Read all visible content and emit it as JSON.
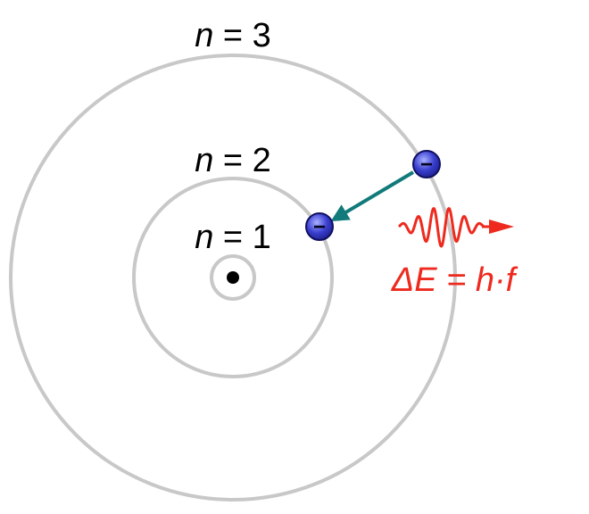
{
  "orbits": [
    {
      "variable": "n",
      "equals": " = ",
      "value": "1"
    },
    {
      "variable": "n",
      "equals": " = ",
      "value": "2"
    },
    {
      "variable": "n",
      "equals": " = ",
      "value": "3"
    }
  ],
  "electrons": [
    {
      "sign": "−"
    },
    {
      "sign": "−"
    }
  ],
  "photon": {
    "equation": "ΔE = h·f"
  },
  "colors": {
    "orbit": "#c8c8c8",
    "nucleus": "#000000",
    "electron_fill": "#3a3fd0",
    "electron_highlight": "#8a90ff",
    "electron_stroke": "#101060",
    "transition_arrow": "#127a7a",
    "photon": "#ee2a1e"
  },
  "icons": {
    "nucleus": "nucleus-dot-icon",
    "electron": "electron-minus-icon",
    "photon": "photon-wave-arrow-icon"
  }
}
